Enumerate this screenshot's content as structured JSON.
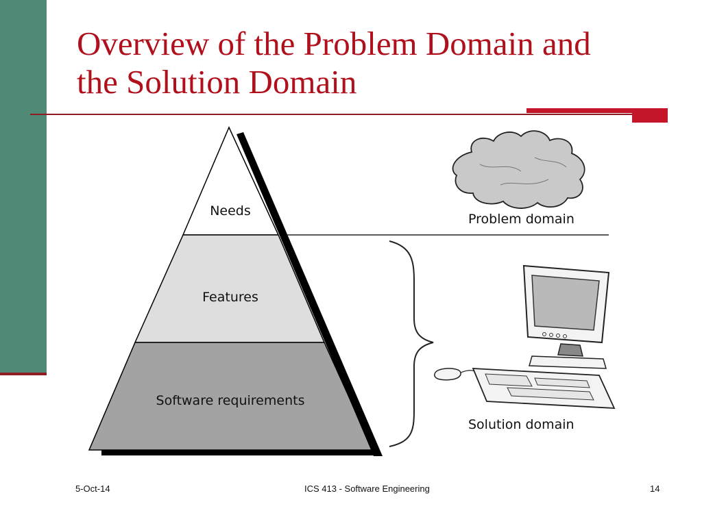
{
  "slide": {
    "title_line1": "Overview of the Problem Domain and",
    "title_line2": "the Solution Domain"
  },
  "diagram": {
    "pyramid_levels": [
      {
        "label": "Needs",
        "fill": "#ffffff"
      },
      {
        "label": "Features",
        "fill": "#dedede"
      },
      {
        "label": "Software requirements",
        "fill": "#a3a3a3"
      }
    ],
    "problem_label": "Problem domain",
    "solution_label": "Solution domain",
    "icons": {
      "problem": "cloud-icon",
      "solution": "computer-icon"
    }
  },
  "footer": {
    "date": "5-Oct-14",
    "course": "ICS 413 - Software Engineering",
    "page": "14"
  },
  "colors": {
    "title": "#b0101b",
    "side_bar": "#4f8a76",
    "accent": "#c4152a",
    "rule": "#8e1c22"
  }
}
